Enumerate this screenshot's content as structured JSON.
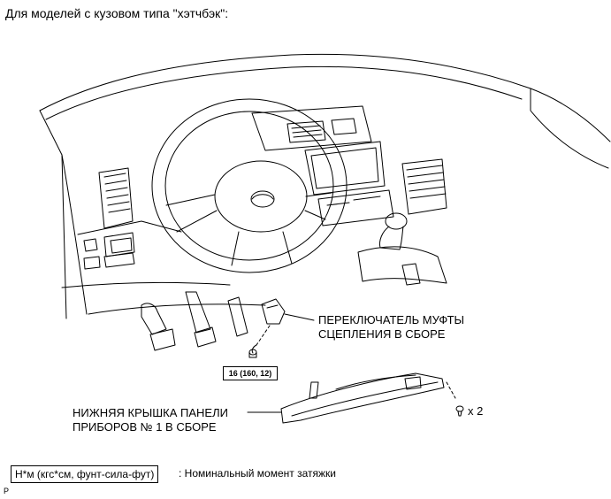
{
  "title": "Для моделей с кузовом типа \"хэтчбэк\":",
  "labels": {
    "clutch_switch_line1": "ПЕРЕКЛЮЧАТЕЛЬ МУФТЫ",
    "clutch_switch_line2": "СЦЕПЛЕНИЯ В СБОРЕ",
    "lower_cover_line1": "НИЖНЯЯ КРЫШКА ПАНЕЛИ",
    "lower_cover_line2": "ПРИБОРОВ № 1 В СБОРЕ",
    "torque_value": "16 (160, 12)",
    "quantity": "x 2"
  },
  "legend": {
    "units": "Н*м (кгс*см, фунт-сила-фут)",
    "description": ": Номинальный момент затяжки"
  },
  "corner_mark": "P"
}
